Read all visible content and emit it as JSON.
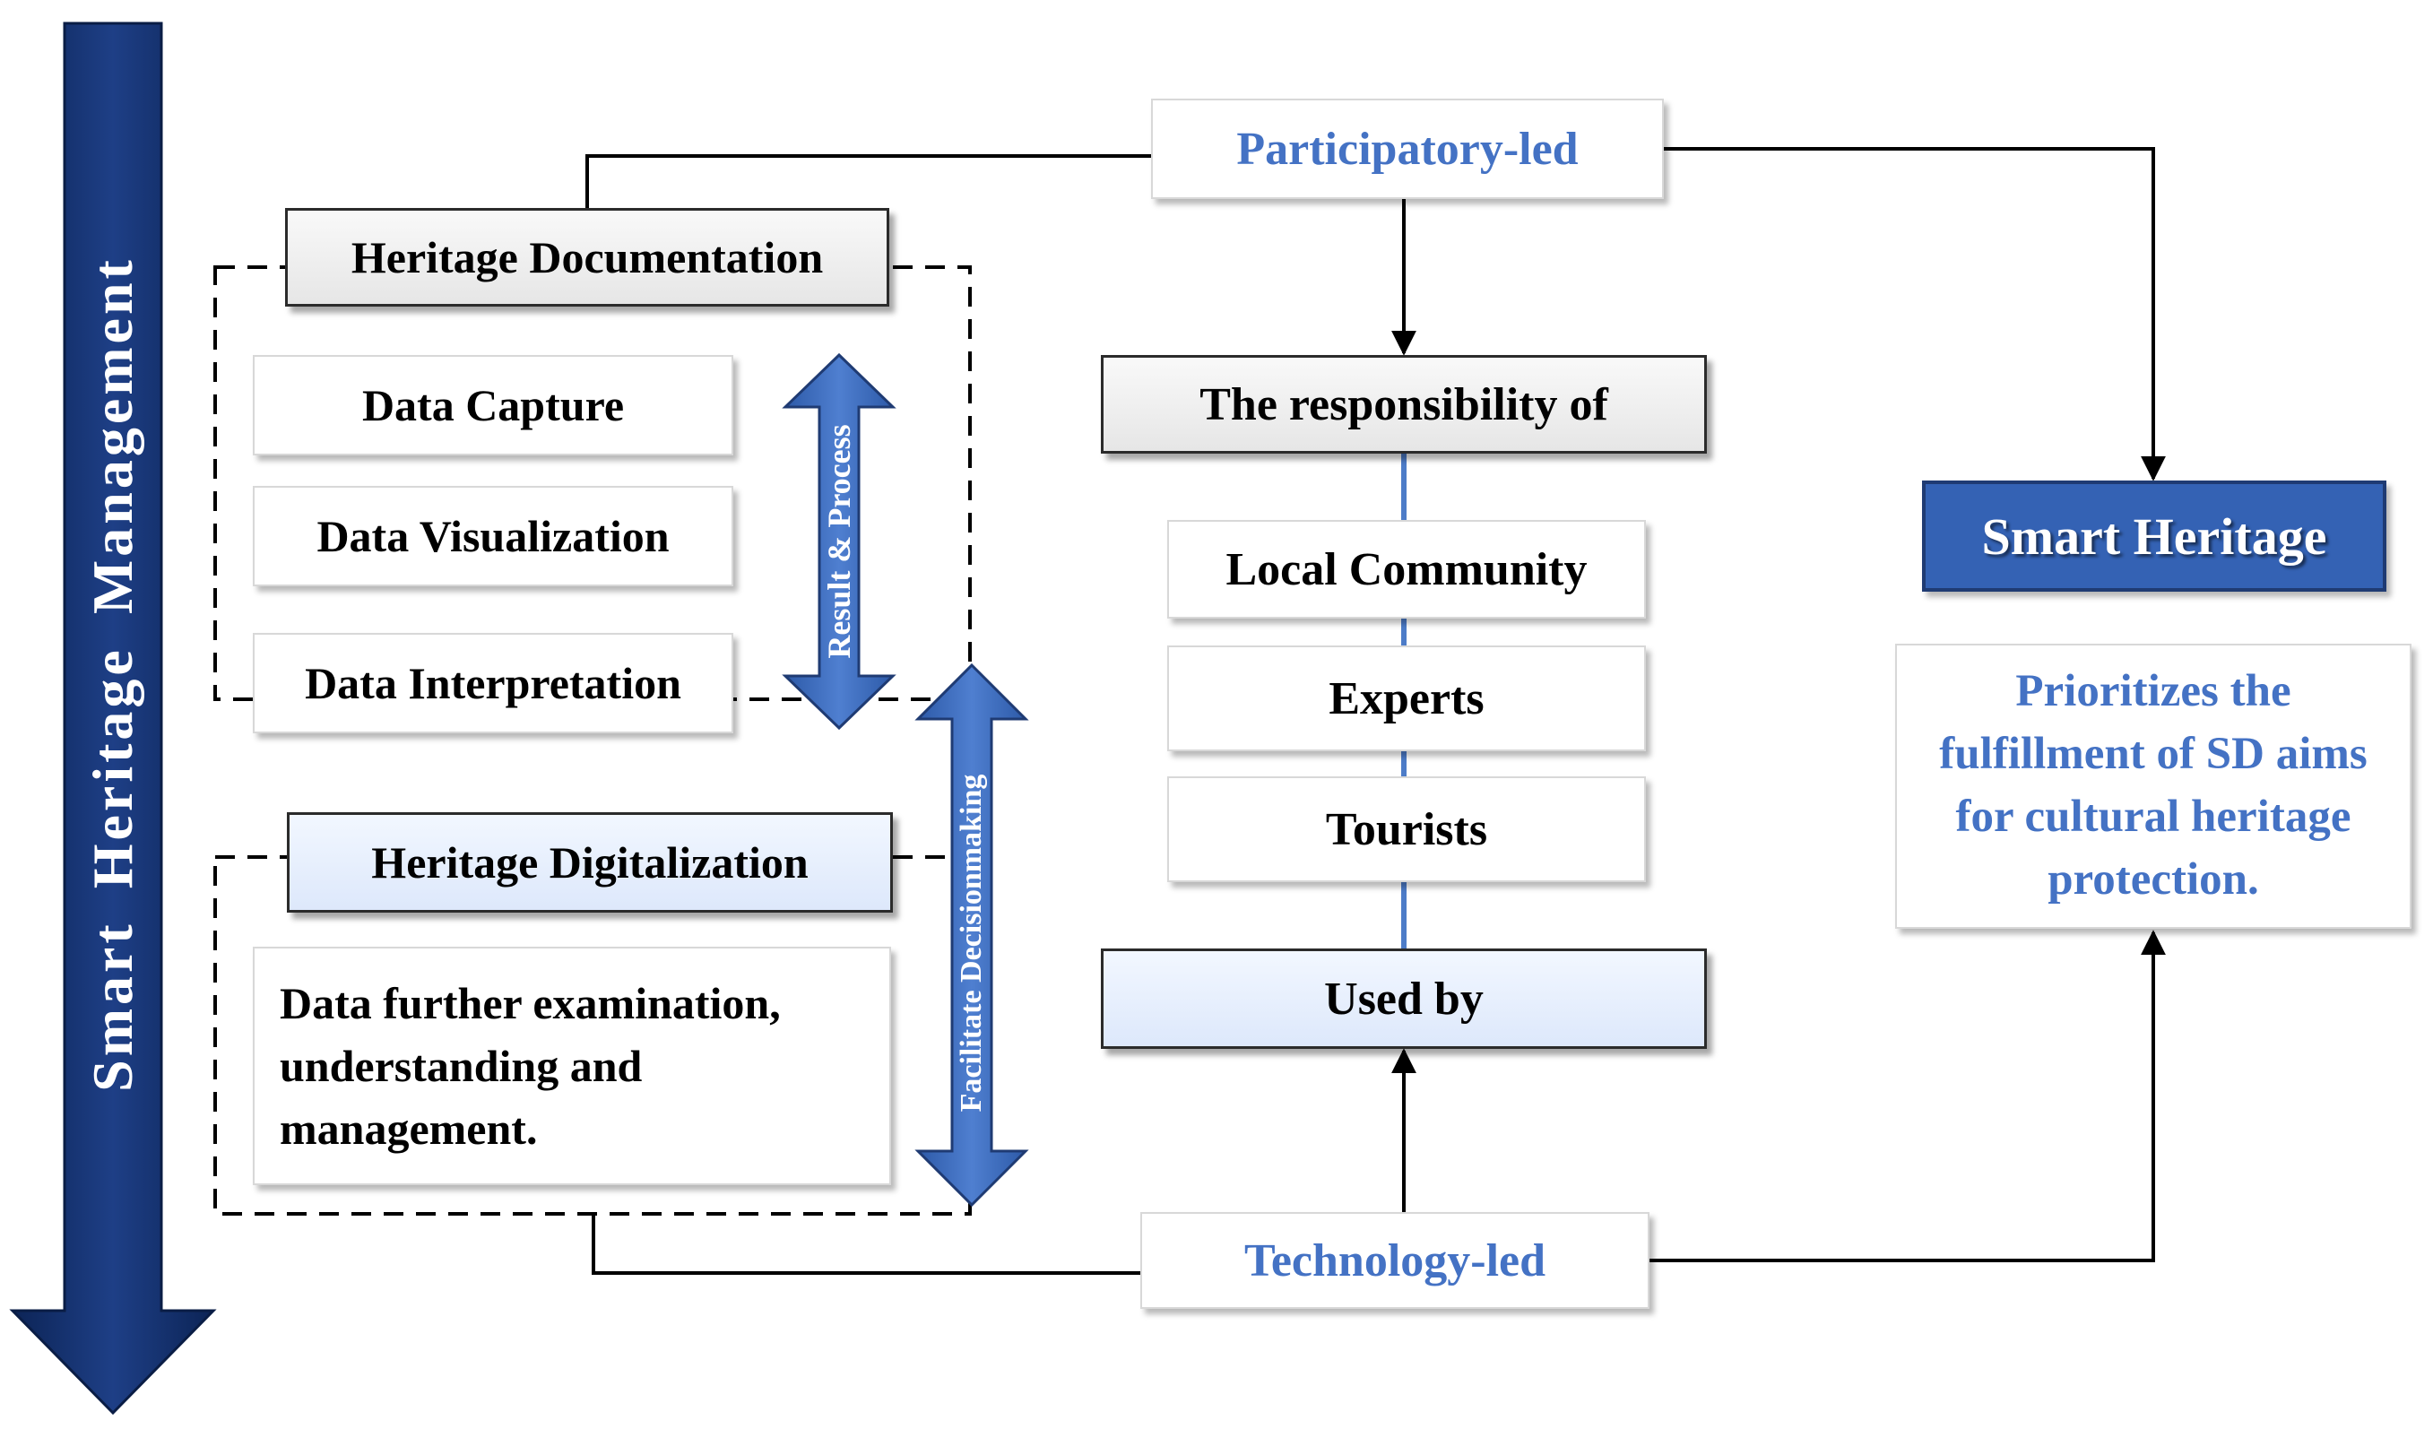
{
  "side_arrow": {
    "label": "Smart Heritage Management"
  },
  "documentation": {
    "title": "Heritage Documentation",
    "items": [
      "Data Capture",
      "Data Visualization",
      "Data Interpretation"
    ],
    "arrow_label": "Result & Process"
  },
  "digitalization": {
    "title": "Heritage Digitalization",
    "description": "Data further examination, understanding and management.",
    "arrow_label": "Facilitate Decisionmaking"
  },
  "center": {
    "participatory": "Participatory-led",
    "responsibility": "The responsibility of",
    "stakeholders": [
      "Local Community",
      "Experts",
      "Tourists"
    ],
    "used_by": "Used by",
    "technology": "Technology-led"
  },
  "outcome": {
    "title": "Smart Heritage",
    "description": "Prioritizes the fulfillment of SD aims for cultural heritage protection."
  },
  "colors": {
    "navy_arrow": "#14306a",
    "blue_arrow": "#3a68be",
    "blue_text": "#4472c4",
    "smart_heritage_fill": "#3462b4",
    "connector_blue": "#4d7cc8"
  }
}
